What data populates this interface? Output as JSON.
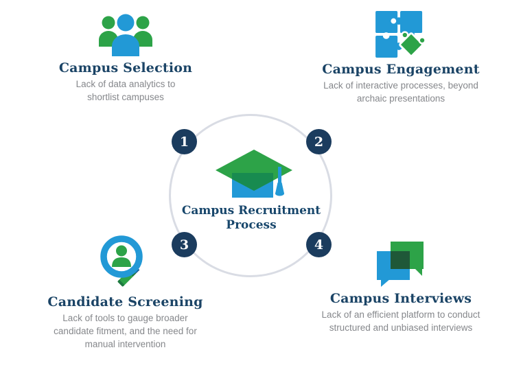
{
  "center": {
    "icon": "graduation-cap-icon",
    "label_line1": "Campus Recruitment",
    "label_line2": "Process"
  },
  "steps": [
    {
      "number": "1",
      "title": "Campus Selection",
      "description": "Lack of data analytics to shortlist campuses",
      "icon": "people-group-icon"
    },
    {
      "number": "2",
      "title": "Campus Engagement",
      "description": "Lack of interactive processes, beyond archaic presentations",
      "icon": "puzzle-pieces-icon"
    },
    {
      "number": "3",
      "title": "Candidate Screening",
      "description": "Lack of tools to gauge broader candidate fitment, and the need for manual intervention",
      "icon": "magnifying-glass-person-icon"
    },
    {
      "number": "4",
      "title": "Campus Interviews",
      "description": "Lack of an efficient platform to conduct structured and unbiased interviews",
      "icon": "chat-bubbles-icon"
    }
  ],
  "colors": {
    "blue": "#2299D6",
    "green": "#2DA348",
    "dark_green_overlap": "#188B50",
    "chat_overlap": "#1F5838",
    "navy_text": "#1B4466",
    "navy_circle": "#1B3C5E",
    "gray_text": "#85878B",
    "ring_gray": "#D9DCE4"
  }
}
